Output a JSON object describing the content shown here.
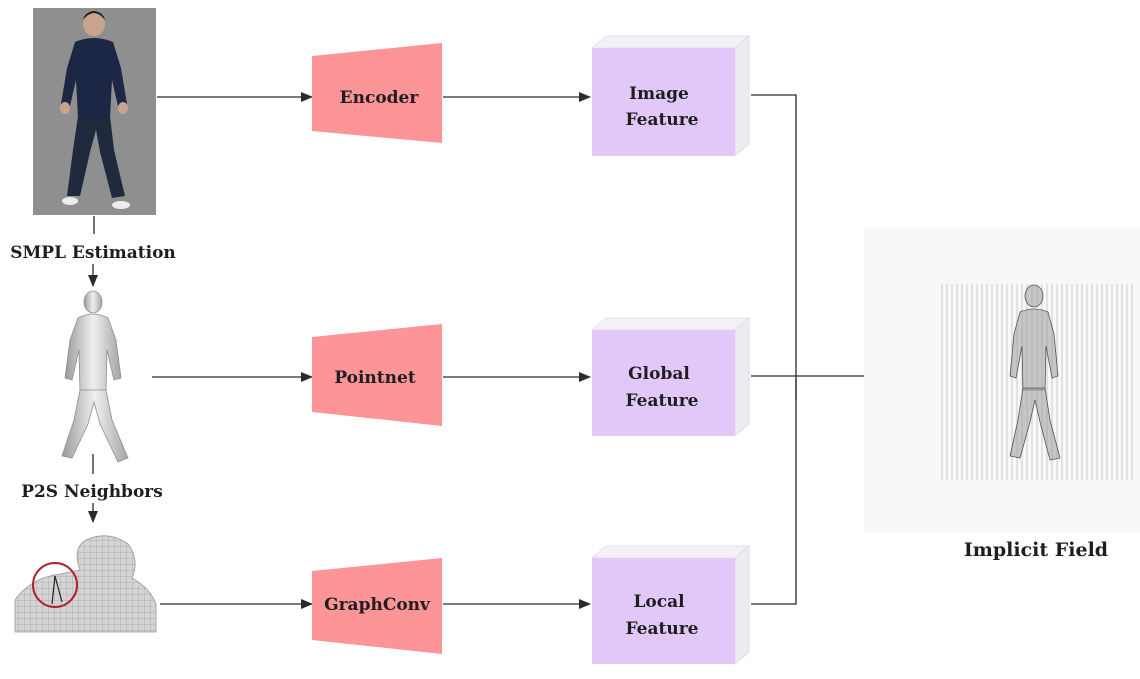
{
  "inputs": {
    "smpl_label": "SMPL Estimation",
    "p2s_label": "P2S Neighbors"
  },
  "encoders": {
    "encoder": "Encoder",
    "pointnet": "Pointnet",
    "graphconv": "GraphConv"
  },
  "features": {
    "image": [
      "Image",
      "Feature"
    ],
    "global": [
      "Global",
      "Feature"
    ],
    "local": [
      "Local",
      "Feature"
    ]
  },
  "output": {
    "label": "Implicit Field"
  },
  "colors": {
    "encoder_fill": "#fd9497",
    "feature_front": "#e2c8f9",
    "feature_side": "#eeeaf2",
    "feature_top": "#f3f0f6",
    "arrow": "#2b2b2b",
    "photo_bg": "#8f8f8f",
    "mesh_gray": "#cfcfcf",
    "highlight_circle": "#b2202a"
  }
}
